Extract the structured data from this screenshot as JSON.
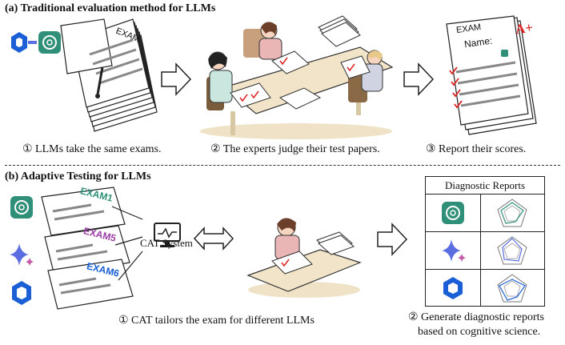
{
  "section_a": {
    "title": "(a) Traditional evaluation method for LLMs",
    "captions": [
      "① LLMs take the same exams.",
      "② The experts judge their test papers.",
      "③ Report their scores."
    ],
    "exam_label": "EXAM",
    "report_paper": {
      "exam": "EXAM",
      "name": "Name:",
      "grade": "A+"
    }
  },
  "section_b": {
    "title": "(b) Adaptive Testing for LLMs",
    "exam_labels": [
      "EXAM1",
      "EXAM5",
      "EXAM6"
    ],
    "cat_label": "CAT System",
    "caption_1": "① CAT tailors the exam for different LLMs",
    "caption_2_line1": "② Generate diagnostic reports",
    "caption_2_line2": "based on cognitive science.",
    "report_header": "Diagnostic Reports",
    "colors": {
      "chatgpt": "#2f8f78",
      "gemini": "#5b6ee1",
      "blue_model": "#1a5fd6"
    }
  }
}
